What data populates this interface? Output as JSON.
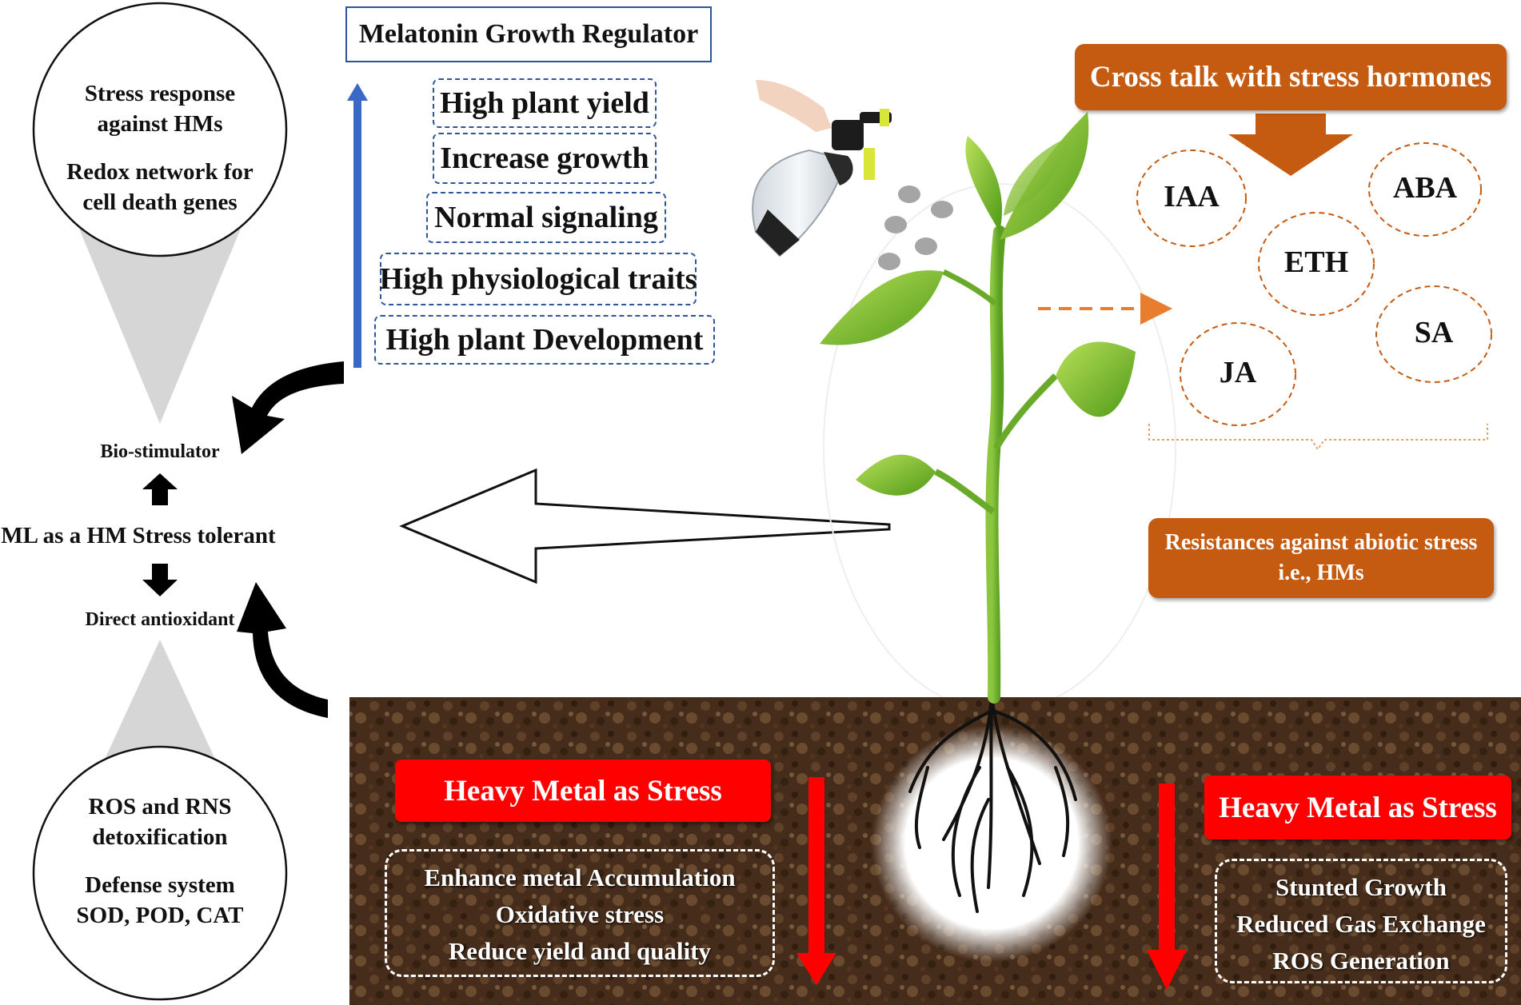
{
  "title": "Melatonin Growth Regulator",
  "benefits": [
    "High plant yield",
    "Increase growth",
    "Normal signaling",
    "High physiological traits",
    "High plant Development"
  ],
  "top_circle": {
    "line1": "Stress response",
    "line2": "against  HMs",
    "line3": "Redox network for",
    "line4": "cell death genes"
  },
  "bottom_circle": {
    "line1": "ROS and RNS",
    "line2": "detoxification",
    "line3": "Defense system",
    "line4": "SOD, POD, CAT"
  },
  "left_labels": {
    "bio_stimulator": "Bio-stimulator",
    "ml_tolerant": "ML as a HM Stress tolerant",
    "direct_antioxidant": "Direct antioxidant"
  },
  "cross_talk": "Cross talk with stress hormones",
  "hormones": [
    "IAA",
    "ABA",
    "ETH",
    "SA",
    "JA"
  ],
  "resistance": {
    "line1": "Resistances against abiotic stress",
    "line2": "i.e., HMs"
  },
  "hm_stress_left": {
    "title": "Heavy Metal as Stress",
    "effects": [
      "Enhance metal Accumulation",
      "Oxidative stress",
      "Reduce yield and quality"
    ]
  },
  "hm_stress_right": {
    "title": "Heavy Metal as Stress",
    "effects": [
      "Stunted Growth",
      "Reduced Gas Exchange",
      "ROS Generation"
    ]
  },
  "colors": {
    "blue_accent": "#2e5597",
    "orange": "#c55a11",
    "red": "#ff0000",
    "soil": "#4a2f1c",
    "leaf": "#7cbf2a"
  }
}
